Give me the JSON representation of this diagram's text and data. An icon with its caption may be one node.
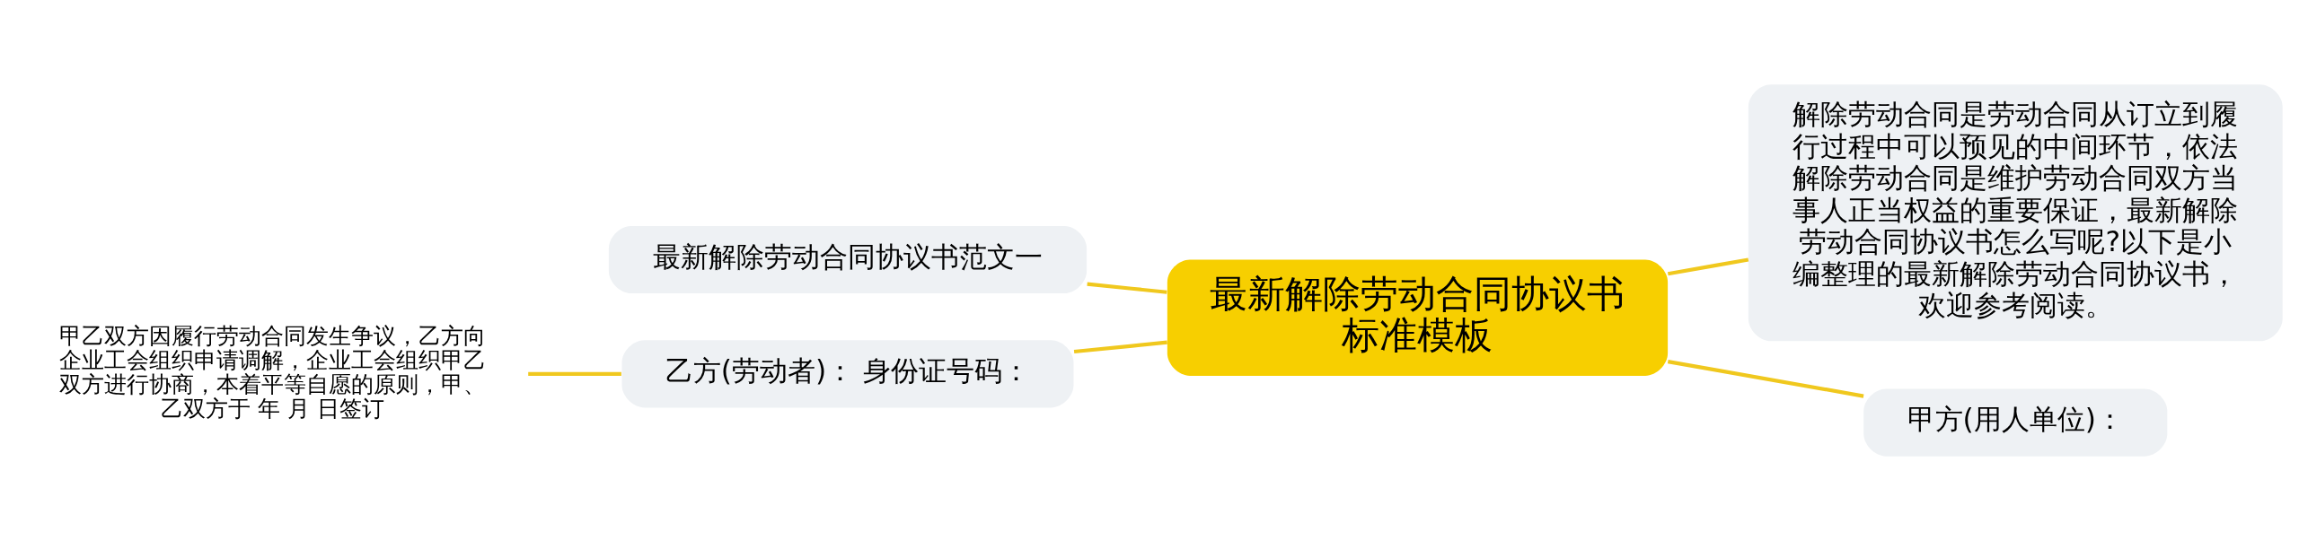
{
  "diagram": {
    "nodes": [
      {
        "text": [
          "最新解除劳动合同协议书标准模板"
        ]
      },
      {
        "text": [
          "最新解除劳动合同协议书范文一"
        ]
      },
      {
        "text": [
          "乙方(劳动者)： 身份证号码："
        ]
      },
      {
        "text": [
          "甲乙双方因履行劳动合同发生争议，乙方向企业工会组织申请调解，企业工会组织甲乙双方进行协商，本着平等自愿的原则，甲、乙双方于 年 月 日签订"
        ]
      },
      {
        "text": [
          "解除劳动合同是劳动合同从订立到履行过程中可以预见的中间环节，依法解除劳动合同是维护劳动合同双方当事人正当权益的重要保证，最新解除劳动合同协议书怎么写呢?以下是小编整理的最新解除劳动合同协议书，欢迎参考阅读。"
        ]
      },
      {
        "text": [
          "甲方(用人单位)："
        ]
      }
    ],
    "edges": [
      {
        "from": 1,
        "to": 0,
        "arrow": "none"
      },
      {
        "from": 2,
        "to": 0,
        "arrow": "none"
      },
      {
        "from": 3,
        "to": 2,
        "arrow": "none"
      },
      {
        "from": 0,
        "to": 4,
        "arrow": "none"
      },
      {
        "from": 0,
        "to": 5,
        "arrow": "none"
      }
    ]
  }
}
